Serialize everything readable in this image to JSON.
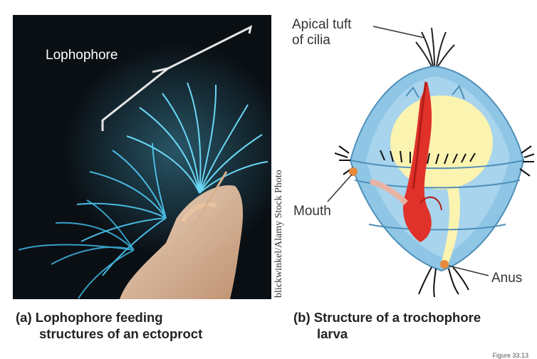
{
  "panel_a": {
    "photo_label": "Lophophore",
    "caption_letter": "(a)",
    "caption_line1": "Lophophore feeding",
    "caption_line2": "structures of an ectoproct"
  },
  "credit": "blickwinkel/Alamy Stock Photo",
  "panel_b": {
    "label_apical_line1": "Apical tuft",
    "label_apical_line2": "of cilia",
    "label_mouth": "Mouth",
    "label_anus": "Anus",
    "caption_letter": "(b)",
    "caption_line1": "Structure of a trochophore",
    "caption_line2": "larva"
  },
  "figure_number": "Figure 33.13",
  "colors": {
    "photo_background": "#0a0f14",
    "tentacle_cyan": "#5fd8ff",
    "larva_body_blue": "#8fc6e6",
    "gut_yellow": "#fbf3b0",
    "red_structure": "#e0322a"
  }
}
